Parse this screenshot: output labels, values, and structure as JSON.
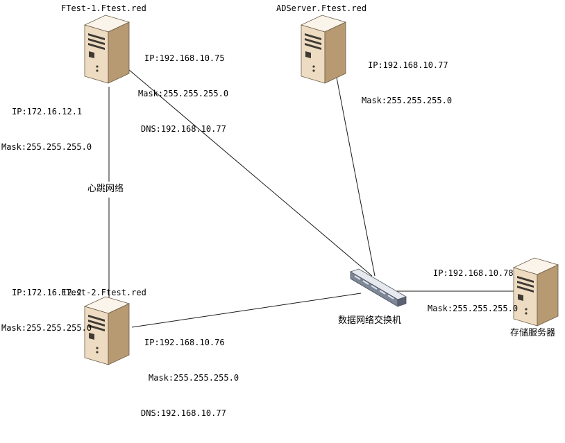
{
  "colors": {
    "link": "#1a1a1a",
    "server_front": "#eddcc2",
    "server_side": "#b79a72",
    "server_top": "#fbf4ea",
    "server_panel": "#3f3a34",
    "switch_body": "#7d8796",
    "switch_top": "#e6e9ee"
  },
  "icons": {
    "server": "server-tower-icon",
    "switch": "network-switch-icon"
  },
  "nodes": {
    "ftest1": {
      "name": "FTest-1.Ftest.red",
      "ip": "IP:192.168.10.75",
      "mask": "Mask:255.255.255.0",
      "dns": "DNS:192.168.10.77",
      "hb_ip": "IP:172.16.12.1",
      "hb_mask": "Mask:255.255.255.0"
    },
    "ftest2": {
      "name": "FTest-2.Ftest.red",
      "ip": "IP:192.168.10.76",
      "mask": "Mask:255.255.255.0",
      "dns": "DNS:192.168.10.77",
      "hb_ip": "IP:172.16.12.2",
      "hb_mask": "Mask:255.255.255.0"
    },
    "adserver": {
      "name": "ADServer.Ftest.red",
      "ip": "IP:192.168.10.77",
      "mask": "Mask:255.255.255.0"
    },
    "storage": {
      "name": "存储服务器",
      "ip": "IP:192.168.10.78",
      "mask": "Mask:255.255.255.0"
    },
    "switch": {
      "name": "数据网络交换机"
    }
  },
  "links": {
    "heartbeat_label": "心跳网络"
  }
}
